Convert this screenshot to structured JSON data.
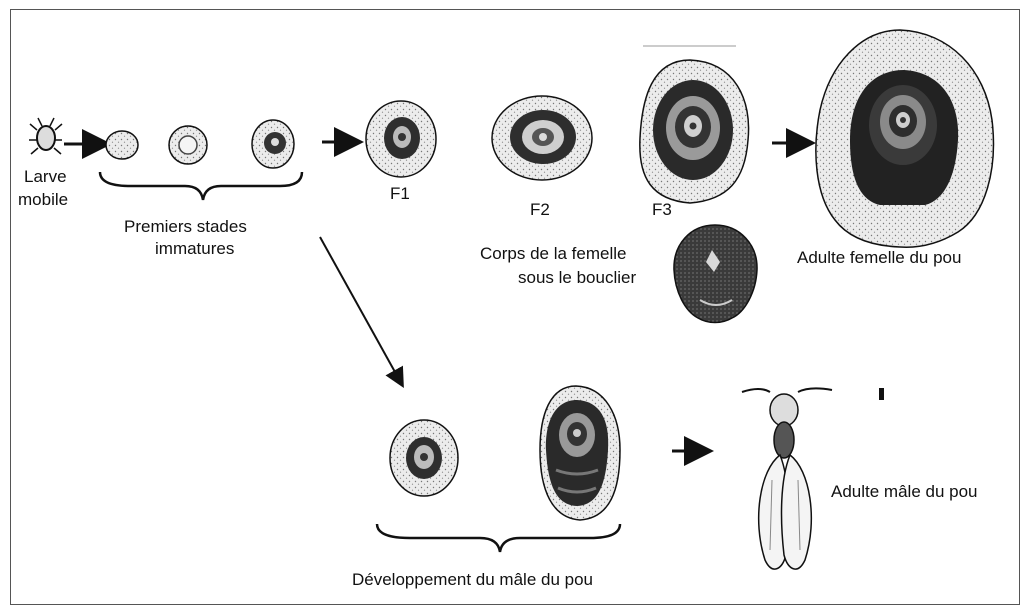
{
  "labels": {
    "larve_line1": "Larve",
    "larve_line2": "mobile",
    "premiers_line1": "Premiers stades",
    "premiers_line2": "immatures",
    "f1": "F1",
    "f2": "F2",
    "f3": "F3",
    "corps_line1": "Corps de la femelle",
    "corps_line2": "sous le bouclier",
    "adulte_femelle": "Adulte femelle du pou",
    "adulte_male": "Adulte mâle du pou",
    "developpement_male": "Développement du mâle du pou"
  },
  "colors": {
    "ink": "#111111",
    "scale_fill": "#e4e4e4",
    "dark_ring": "#2a2a2a"
  }
}
